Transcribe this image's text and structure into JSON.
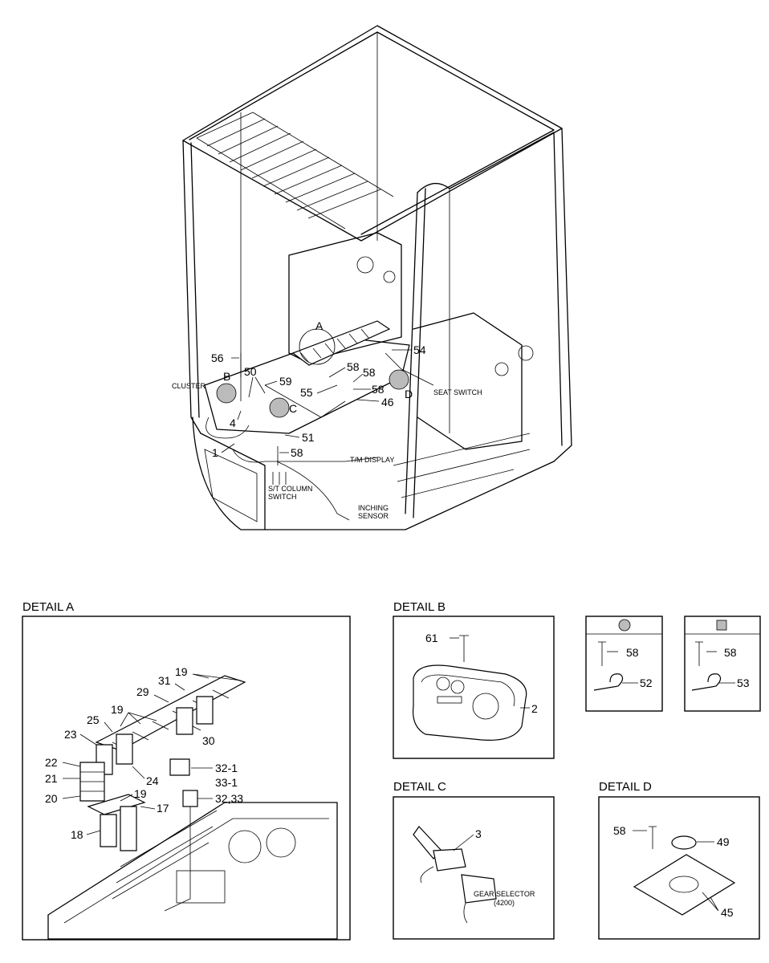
{
  "overview": {
    "markers": [
      "A",
      "B",
      "C",
      "D"
    ],
    "labels": {
      "cluster": "CLUSTER",
      "seat_switch": "SEAT SWITCH",
      "tm_display": "T/M DISPLAY",
      "sf_column_1": "S/T COLUMN",
      "sf_column_2": "SWITCH",
      "inching_1": "INCHING",
      "inching_2": "SENSOR"
    },
    "callouts": {
      "c56": "56",
      "c50": "50",
      "c59": "59",
      "c58a": "58",
      "c58b": "58",
      "c58c": "58",
      "c58d": "58",
      "c54": "54",
      "c55": "55",
      "c46": "46",
      "c4": "4",
      "c51": "51",
      "c1": "1"
    }
  },
  "detail_a": {
    "title": "DETAIL A",
    "callouts": {
      "c19a": "19",
      "c31": "31",
      "c29": "29",
      "c19b": "19",
      "c25": "25",
      "c23": "23",
      "c30": "30",
      "c22": "22",
      "c21": "21",
      "c24": "24",
      "c20": "20",
      "c19c": "19",
      "c17": "17",
      "c18": "18",
      "c321": "32-1",
      "c331": "33-1",
      "c3233": "32,33"
    }
  },
  "detail_b": {
    "title": "DETAIL B",
    "callouts": {
      "c61": "61",
      "c2": "2"
    }
  },
  "legend_dot": {
    "c58": "58",
    "c52": "52"
  },
  "legend_square": {
    "c58": "58",
    "c53": "53"
  },
  "detail_c": {
    "title": "DETAIL C",
    "callouts": {
      "c3": "3"
    },
    "gear_label": "GEAR SELECTOR",
    "gear_sub": "(4200)"
  },
  "detail_d": {
    "title": "DETAIL D",
    "callouts": {
      "c58": "58",
      "c49": "49",
      "c45": "45"
    }
  }
}
